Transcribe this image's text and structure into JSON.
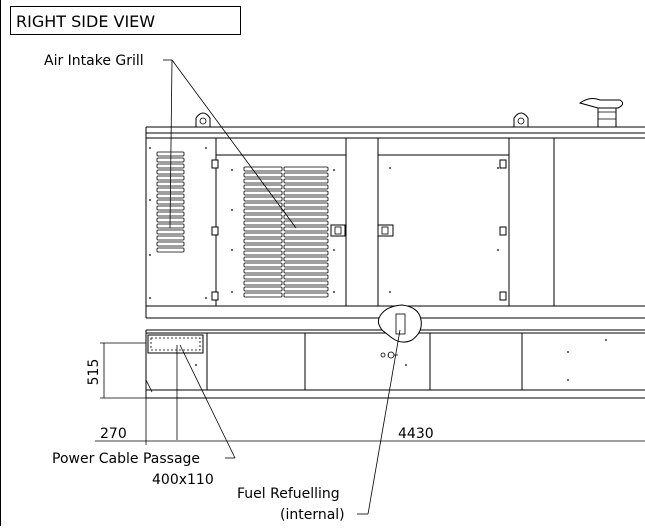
{
  "title": "RIGHT SIDE VIEW",
  "labels": {
    "air_intake_grill": "Air Intake Grill",
    "power_cable_passage": "Power Cable Passage",
    "power_cable_size": "400x110",
    "fuel_refuelling": "Fuel Refuelling",
    "fuel_refuelling_note": "(internal)"
  },
  "dimensions": {
    "base_height": "515",
    "left_offset": "270",
    "length": "4430"
  },
  "icons": [
    "lifting-eye-icon",
    "exhaust-cap-icon",
    "door-handle-icon",
    "door-hinge-icon",
    "fuel-cap-icon"
  ]
}
